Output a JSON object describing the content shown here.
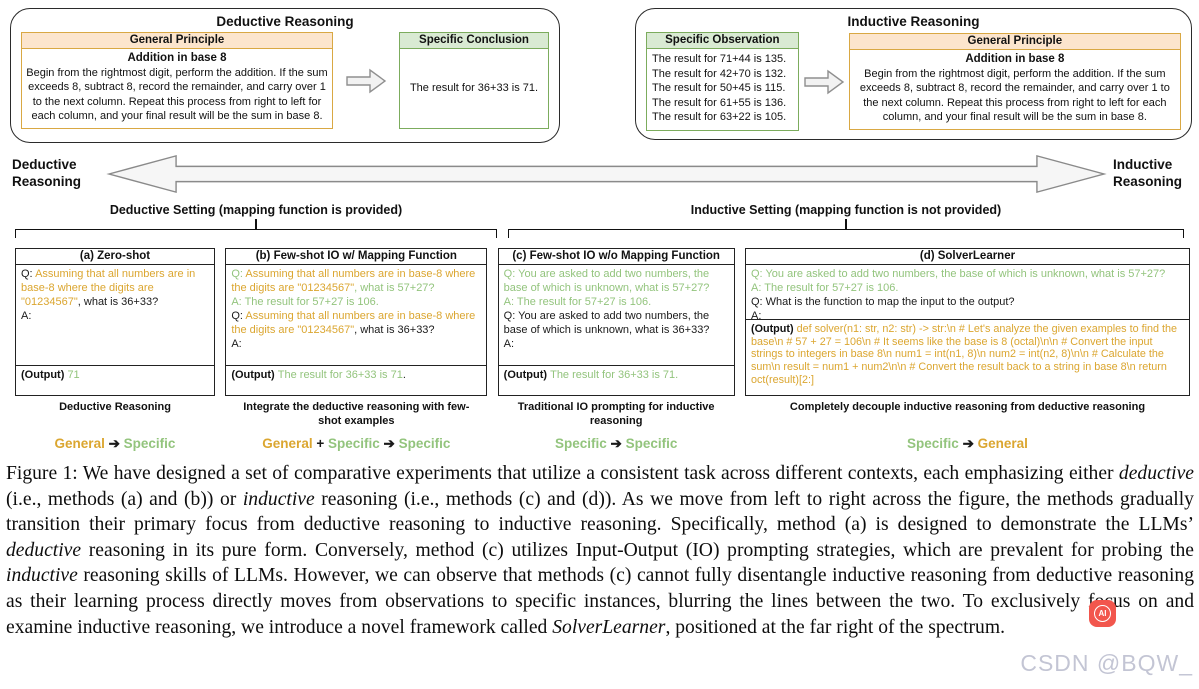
{
  "colors": {
    "accent_orange": "#DBA630",
    "accent_green": "#93C47D",
    "orange_fill": "#FCE5CD",
    "orange_border": "#D9A843",
    "green_fill": "#D9EAD3",
    "green_border": "#7CAC5D",
    "badge_red": "#F2564D"
  },
  "top_left_box": {
    "title": "Deductive Reasoning",
    "principle": {
      "header": "General Principle",
      "subtitle": "Addition in base 8",
      "body": "Begin from the rightmost digit, perform the addition. If the sum exceeds 8, subtract 8, record the remainder, and carry over 1 to the next column. Repeat this process from right to left for each column, and your final result will be the sum in base 8."
    },
    "conclusion": {
      "header": "Specific Conclusion",
      "body": "The result for 36+33 is 71."
    }
  },
  "top_right_box": {
    "title": "Inductive Reasoning",
    "observation": {
      "header": "Specific Observation",
      "lines": [
        "The result for 71+44 is 135.",
        "The result for 42+70 is 132.",
        "The result for 50+45 is 115.",
        "The result for 61+55 is 136.",
        "The result for 63+22 is 105."
      ]
    },
    "principle": {
      "header": "General Principle",
      "subtitle": "Addition in base 8",
      "body": "Begin from the rightmost digit, perform the addition. If the sum exceeds 8, subtract 8, record the remainder, and carry over 1 to the next column. Repeat this process from right to left for each column, and your final result will be the sum in base 8."
    }
  },
  "axis": {
    "left_label": "Deductive\nReasoning",
    "right_label": "Inductive\nReasoning"
  },
  "settings": {
    "deductive": "Deductive Setting (mapping function is provided)",
    "inductive": "Inductive Setting (mapping function is not provided)"
  },
  "panels": [
    {
      "title": "(a) Zero-shot",
      "body": [
        [
          {
            "t": "Q: ",
            "c": "k"
          },
          {
            "t": "Assuming that all numbers are in base-8 where the digits are \"01234567\"",
            "c": "o"
          },
          {
            "t": ", what is 36+33?",
            "c": "k"
          }
        ],
        [
          {
            "t": "A:",
            "c": "k"
          }
        ]
      ],
      "output": [
        {
          "t": "(Output) ",
          "c": "b"
        },
        {
          "t": "71",
          "c": "g"
        }
      ],
      "description": "Deductive Reasoning",
      "mapping": [
        {
          "t": "General",
          "c": "o"
        },
        {
          "t": " ➔ ",
          "c": "k"
        },
        {
          "t": "Specific",
          "c": "g"
        }
      ]
    },
    {
      "title": "(b) Few-shot IO w/ Mapping Function",
      "body": [
        [
          {
            "t": "Q: ",
            "c": "g"
          },
          {
            "t": "Assuming that all numbers are in base-8 where the digits are \"01234567\"",
            "c": "o"
          },
          {
            "t": ", what is 57+27?",
            "c": "g"
          }
        ],
        [
          {
            "t": "A: The result for 57+27 is 106.",
            "c": "g"
          }
        ],
        [
          {
            "t": "Q: ",
            "c": "k"
          },
          {
            "t": "Assuming that all numbers are in base-8 where the digits are \"01234567\"",
            "c": "o"
          },
          {
            "t": ", what is 36+33?",
            "c": "k"
          }
        ],
        [
          {
            "t": "A:",
            "c": "k"
          }
        ]
      ],
      "output": [
        {
          "t": "(Output) ",
          "c": "b"
        },
        {
          "t": "The result for 36+33 is 71",
          "c": "g"
        },
        {
          "t": ".",
          "c": "k"
        }
      ],
      "description": "Integrate the deductive reasoning with few-shot examples",
      "mapping": [
        {
          "t": "General",
          "c": "o"
        },
        {
          "t": " + ",
          "c": "k"
        },
        {
          "t": "Specific",
          "c": "g"
        },
        {
          "t": " ➔ ",
          "c": "k"
        },
        {
          "t": "Specific",
          "c": "g"
        }
      ]
    },
    {
      "title": "(c) Few-shot IO w/o Mapping Function",
      "body": [
        [
          {
            "t": "Q: You are asked to add two numbers, the base of which is unknown, what is 57+27?",
            "c": "g"
          }
        ],
        [
          {
            "t": "A: The result for 57+27 is 106.",
            "c": "g"
          }
        ],
        [
          {
            "t": "Q: You are asked to add two numbers, the base of which is unknown, what is 36+33?",
            "c": "k"
          }
        ],
        [
          {
            "t": "A:",
            "c": "k"
          }
        ]
      ],
      "output": [
        {
          "t": "(Output) ",
          "c": "b"
        },
        {
          "t": "The result for 36+33 is 71.",
          "c": "g"
        }
      ],
      "description": "Traditional IO prompting for inductive reasoning",
      "mapping": [
        {
          "t": "Specific",
          "c": "g"
        },
        {
          "t": " ➔ ",
          "c": "k"
        },
        {
          "t": "Specific",
          "c": "g"
        }
      ]
    },
    {
      "title": "(d) SolverLearner",
      "body": [
        [
          {
            "t": "Q: You are asked to add two numbers, the base of which is unknown, what is 57+27?",
            "c": "g"
          }
        ],
        [
          {
            "t": "A: The result for 57+27 is 106.",
            "c": "g"
          }
        ],
        [
          {
            "t": "Q: What is the function to map the input to the output?",
            "c": "k"
          }
        ],
        [
          {
            "t": "A:",
            "c": "k"
          }
        ]
      ],
      "output": [
        {
          "t": "(Output) ",
          "c": "b"
        },
        {
          "t": "def solver(n1: str, n2: str) -> str:\\n # Let's analyze the given examples to find the base\\n # 57 + 27 = 106\\n # It seems like the base is 8 (octal)\\n\\n # Convert the input strings to integers in base 8\\n num1 = int(n1, 8)\\n num2 = int(n2, 8)\\n\\n # Calculate the sum\\n result = num1 + num2\\n\\n # Convert the result back to a string in base 8\\n return oct(result)[2:]",
          "c": "o"
        }
      ],
      "description": "Completely decouple inductive reasoning from deductive reasoning",
      "mapping": [
        {
          "t": "Specific",
          "c": "g"
        },
        {
          "t": " ➔ ",
          "c": "k"
        },
        {
          "t": "General",
          "c": "o"
        }
      ]
    }
  ],
  "caption": {
    "segments": [
      {
        "t": "Figure 1:  We have designed a set of comparative experiments that utilize a consistent task across different contexts, each emphasizing either "
      },
      {
        "t": "deductive",
        "i": true
      },
      {
        "t": " (i.e., methods (a) and (b)) or "
      },
      {
        "t": "inductive",
        "i": true
      },
      {
        "t": " reasoning (i.e., methods (c) and (d)). As we move from left to right across the figure, the methods gradually transition their primary focus from deductive reasoning to inductive reasoning. Specifically, method (a) is designed to demonstrate the LLMs’ "
      },
      {
        "t": "deductive",
        "i": true
      },
      {
        "t": " reasoning in its pure form. Conversely, method (c) utilizes Input-Output (IO) prompting strategies, which are prevalent for probing the "
      },
      {
        "t": "inductive",
        "i": true
      },
      {
        "t": " reasoning skills of LLMs. However, we can observe that methods (c) cannot fully disentangle inductive reasoning from deductive reasoning as their learning process directly moves from observations to specific instances, blurring the lines between the two. To exclusively focus on and examine inductive reasoning, we introduce a novel framework called "
      },
      {
        "t": "SolverLearner",
        "i": true
      },
      {
        "t": ", positioned at the far right of the spectrum."
      }
    ]
  },
  "watermark": {
    "text": "CSDN @BQW_",
    "badge": "AI"
  }
}
